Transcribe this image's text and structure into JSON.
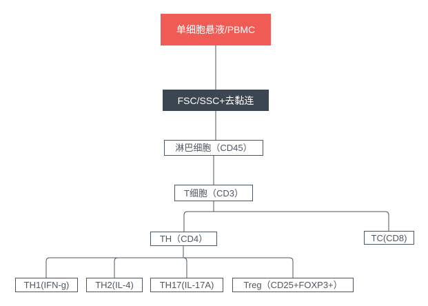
{
  "diagram": {
    "type": "flowchart",
    "nodes": {
      "pbmc": {
        "label": "单细胞悬液/PBMC"
      },
      "fsc": {
        "label": "FSC/SSC+去黏连"
      },
      "lymph": {
        "label": "淋巴细胞（CD45）"
      },
      "tcell": {
        "label": "T细胞（CD3）"
      },
      "th": {
        "label": "TH（CD4）"
      },
      "tc": {
        "label": "TC(CD8)"
      },
      "th1": {
        "label": "TH1(IFN-g)"
      },
      "th2": {
        "label": "TH2(IL-4)"
      },
      "th17": {
        "label": "TH17(IL-17A)"
      },
      "treg": {
        "label": "Treg（CD25+FOXP3+）"
      }
    },
    "edges": [
      {
        "from": "pbmc",
        "to": "fsc"
      },
      {
        "from": "fsc",
        "to": "lymph"
      },
      {
        "from": "lymph",
        "to": "tcell"
      },
      {
        "from": "tcell",
        "to": "th"
      },
      {
        "from": "tcell",
        "to": "tc"
      },
      {
        "from": "th",
        "to": "th1"
      },
      {
        "from": "th",
        "to": "th2"
      },
      {
        "from": "th",
        "to": "th17"
      },
      {
        "from": "th",
        "to": "treg"
      }
    ],
    "colors": {
      "root_fill": "#f15b55",
      "root_text": "#ffffff",
      "gate_fill": "#3b4651",
      "gate_text": "#ffffff",
      "box_border": "#4a545f",
      "box_text": "#4d5761",
      "line": "#4a545f",
      "background": "#ffffff"
    }
  }
}
